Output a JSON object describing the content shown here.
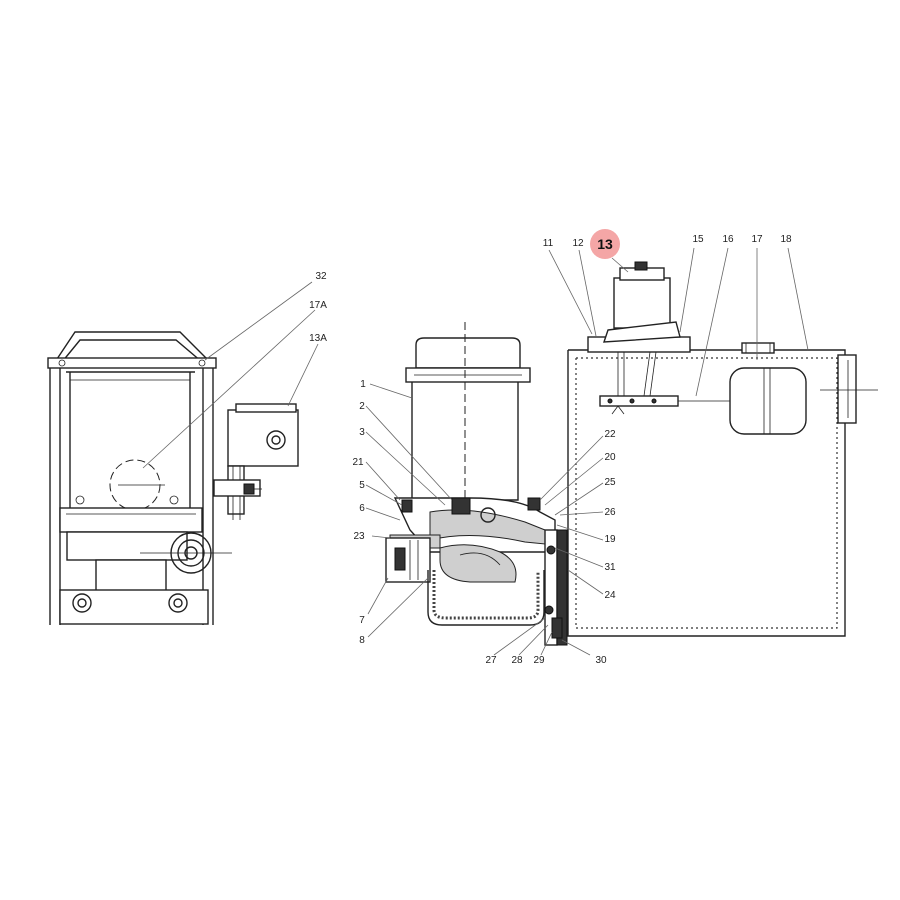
{
  "diagram": {
    "highlighted_part": "13",
    "highlight_color": "#f4a6a6",
    "callouts": [
      {
        "id": "lbl-1",
        "text": "1"
      },
      {
        "id": "lbl-2",
        "text": "2"
      },
      {
        "id": "lbl-3",
        "text": "3"
      },
      {
        "id": "lbl-5",
        "text": "5"
      },
      {
        "id": "lbl-6",
        "text": "6"
      },
      {
        "id": "lbl-7",
        "text": "7"
      },
      {
        "id": "lbl-8",
        "text": "8"
      },
      {
        "id": "lbl-11",
        "text": "11"
      },
      {
        "id": "lbl-12",
        "text": "12"
      },
      {
        "id": "lbl-13",
        "text": "13"
      },
      {
        "id": "lbl-13A",
        "text": "13A"
      },
      {
        "id": "lbl-15",
        "text": "15"
      },
      {
        "id": "lbl-16",
        "text": "16"
      },
      {
        "id": "lbl-17",
        "text": "17"
      },
      {
        "id": "lbl-17A",
        "text": "17A"
      },
      {
        "id": "lbl-18",
        "text": "18"
      },
      {
        "id": "lbl-19",
        "text": "19"
      },
      {
        "id": "lbl-20",
        "text": "20"
      },
      {
        "id": "lbl-21",
        "text": "21"
      },
      {
        "id": "lbl-22",
        "text": "22"
      },
      {
        "id": "lbl-23",
        "text": "23"
      },
      {
        "id": "lbl-24",
        "text": "24"
      },
      {
        "id": "lbl-25",
        "text": "25"
      },
      {
        "id": "lbl-26",
        "text": "26"
      },
      {
        "id": "lbl-27",
        "text": "27"
      },
      {
        "id": "lbl-28",
        "text": "28"
      },
      {
        "id": "lbl-29",
        "text": "29"
      },
      {
        "id": "lbl-30",
        "text": "30"
      },
      {
        "id": "lbl-31",
        "text": "31"
      },
      {
        "id": "lbl-32",
        "text": "32"
      }
    ]
  }
}
